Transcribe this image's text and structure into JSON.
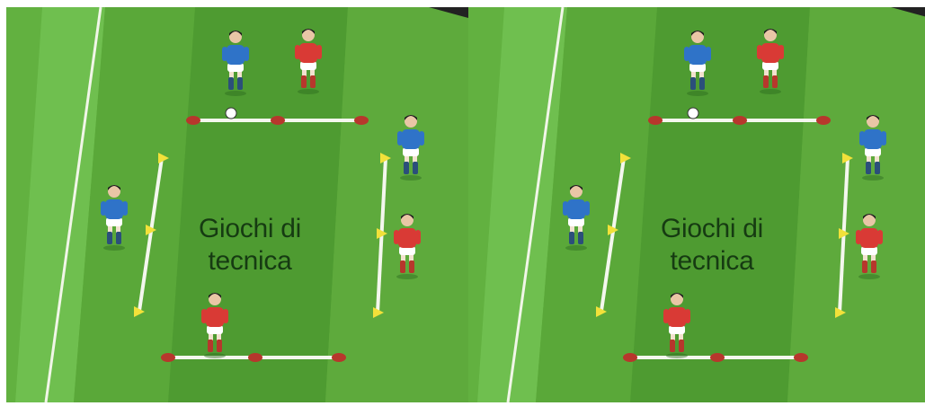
{
  "title_line1": "Giochi di",
  "title_line2": "tecnica",
  "colors": {
    "grass_light": "#67b843",
    "grass_mid": "#59a938",
    "grass_dark": "#4d9a2f",
    "blue_team": "#2f73c8",
    "red_team": "#d93a35",
    "cone_red": "#b7372c",
    "cone_yellow": "#f2e13a",
    "line": "#f4f7ee"
  },
  "players": {
    "blue": "blue-player",
    "red": "red-player"
  }
}
